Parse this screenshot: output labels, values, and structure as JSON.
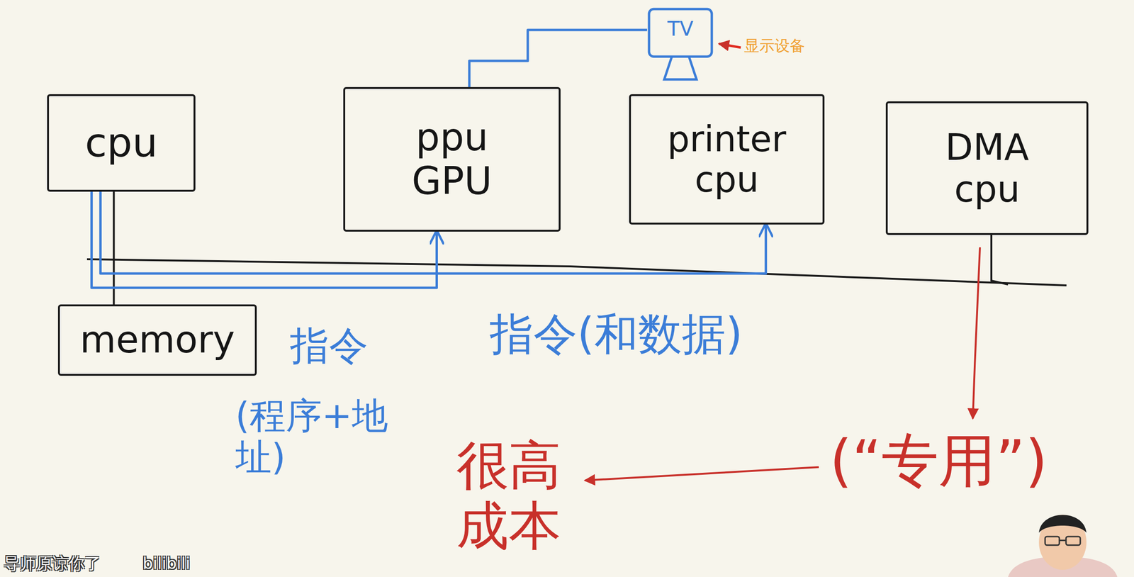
{
  "diagram": {
    "nodes": [
      {
        "text": [
          "TV"
        ]
      },
      {
        "text": [
          "cpu"
        ]
      },
      {
        "text": [
          "ppu GPU"
        ]
      },
      {
        "text": [
          "printer cpu"
        ]
      },
      {
        "text": [
          "DMA cpu"
        ]
      },
      {
        "text": [
          "memory"
        ]
      }
    ],
    "edges": [
      {
        "from": 1,
        "to": 5,
        "arrow": "none"
      },
      {
        "from": 1,
        "to": 2,
        "arrow": "to"
      },
      {
        "from": 1,
        "to": 3,
        "arrow": "to"
      },
      {
        "from": 2,
        "to": 0,
        "arrow": "none"
      }
    ],
    "labels": [
      "显示设备",
      "指令",
      "(程序+地址)",
      "指令(和数据)",
      "很高成本",
      "(“专用”)",
      "导师原谅你了",
      "bilibili"
    ]
  }
}
